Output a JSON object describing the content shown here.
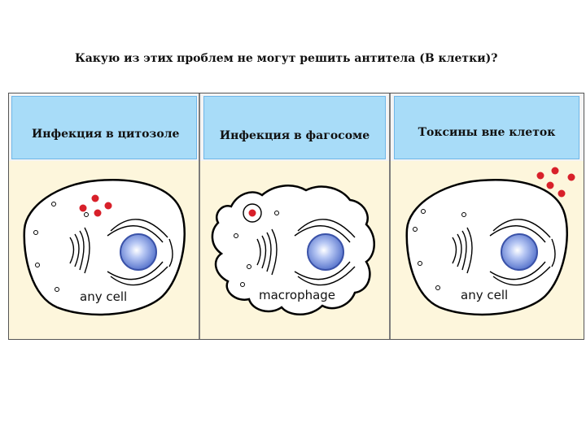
{
  "question": "Какую из этих проблем не могут решить антитела (В клетки)?",
  "panels": [
    {
      "title": "Инфекция в цитозоле",
      "cell_label": "any cell"
    },
    {
      "title": "Инфекция в фагосоме",
      "cell_label": "macrophage"
    },
    {
      "title": "Токсины вне клеток",
      "cell_label": "any cell"
    }
  ],
  "colors": {
    "header_fill": "#a8dcf8",
    "panel_fill": "#fdf6dc",
    "cell_fill": "#ffffff",
    "nucleus": "#6a84d8",
    "particle": "#d8202a"
  }
}
